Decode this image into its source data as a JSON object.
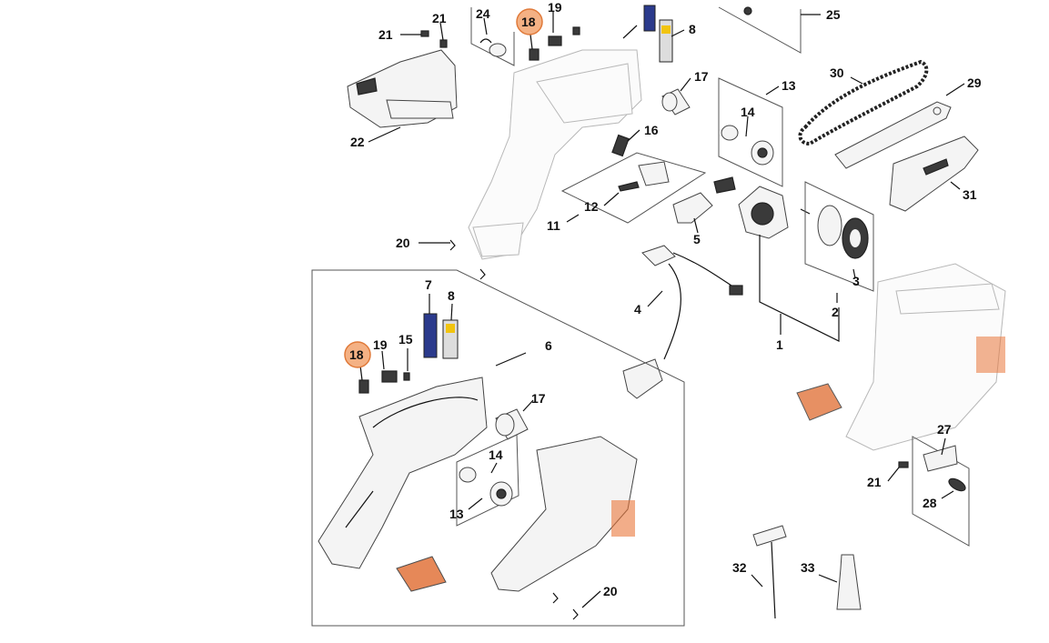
{
  "accent_color": "#f4b184",
  "accent_stroke": "#e07a3a",
  "labels": {
    "n1": "1",
    "n2": "2",
    "n3": "3",
    "n4": "4",
    "n5": "5",
    "n6": "6",
    "n7": "7",
    "n8_top": "8",
    "n8_mid": "8",
    "n11": "11",
    "n12": "12",
    "n13_top": "13",
    "n13_mid": "13",
    "n14_top": "14",
    "n14_mid": "14",
    "n15": "15",
    "n16": "16",
    "n17_top": "17",
    "n17_mid": "17",
    "n18_top": "18",
    "n18_mid": "18",
    "n19_top": "19",
    "n19_mid": "19",
    "n20_left": "20",
    "n20_bottom": "20",
    "n21_a": "21",
    "n21_b": "21",
    "n21_right": "21",
    "n22": "22",
    "n24": "24",
    "n25": "25",
    "n27": "27",
    "n28": "28",
    "n29": "29",
    "n30": "30",
    "n31": "31",
    "n32": "32",
    "n33": "33"
  },
  "highlighted_parts": [
    "18"
  ],
  "icons": [
    "chainsaw-motor-housing",
    "chain",
    "guide-bar",
    "scabbard",
    "wrench",
    "grease-tube"
  ]
}
